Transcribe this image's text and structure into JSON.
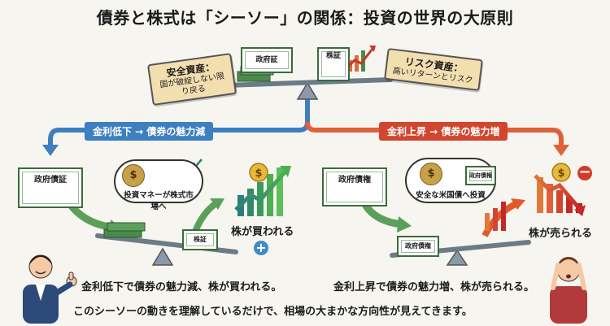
{
  "title": "債券と株式は「シーソー」の関係：投資の世界の大原則",
  "top": {
    "safe_title": "安全資産：",
    "safe_body": "国が破綻しない限り戻る",
    "risk_title": "リスク資産：",
    "risk_body": "高いリターンとリスク",
    "cert_bond": "政府証",
    "cert_stock": "株証"
  },
  "left": {
    "banner": "金利低下 → 債券の魅力減",
    "cert": "政府債証",
    "bubble": "投資マネーが株式市場へ",
    "stock_label": "株が買われる",
    "small_cert": "株証",
    "caption": "金利低下で債券の魅力減、株が買われる。",
    "plus": "+"
  },
  "right": {
    "banner": "金利上昇 → 債券の魅力増",
    "cert": "政府債権",
    "bubble": "安全な米国債へ投資",
    "bubble_cert": "政府債権",
    "stock_label": "株が売られる",
    "small_cert": "政府債権",
    "caption": "金利上昇で債券の魅力増、株が売られる。",
    "minus": "−"
  },
  "footer": "このシーソーの動きを理解しているだけで、相場の大まかな方向性が見えてきます。",
  "colors": {
    "blue": "#3d7fc0",
    "red": "#d2452e",
    "green": "#3c8c4a",
    "tag_bg": "#f3deb0"
  }
}
